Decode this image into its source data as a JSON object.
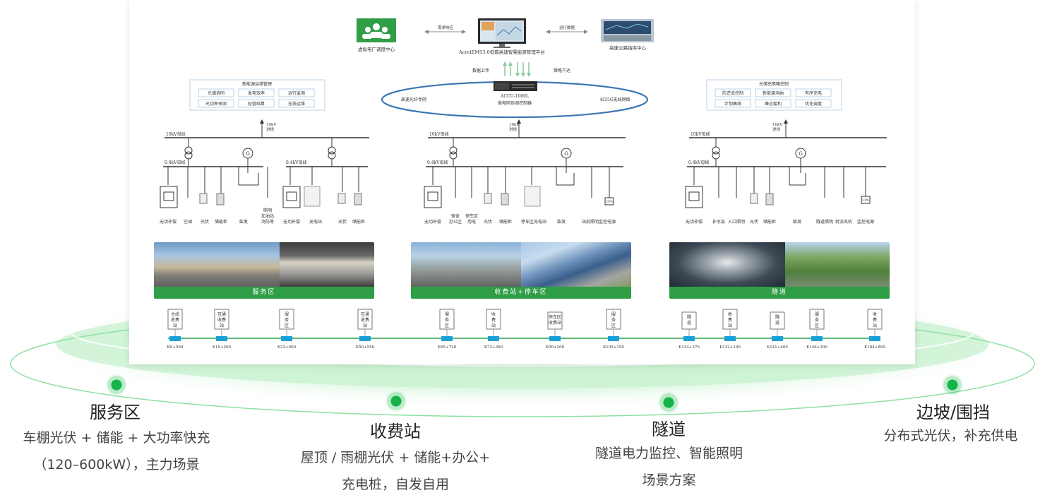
{
  "platform": {
    "vpp_label": "虚拟电厂调度中心",
    "ems_label": "AcrelEMS3.0低碳高速智慧能源管理平台",
    "command_label": "高速公路指挥中心",
    "link_left": "需求响应",
    "link_right": "运行数据",
    "data_up": "数据上传",
    "strategy_down": "策略下达",
    "controller_model": "ACCU-1000L",
    "controller_name": "微电网协调控制器",
    "net_left": "高速光纤专网",
    "net_right": "4G/5G无线网络"
  },
  "left_box": {
    "title": "新能源运维管理",
    "items": [
      "光储协同",
      "发电效率",
      "运行监测",
      "光功率预测",
      "经营结算",
      "在线运维"
    ]
  },
  "right_box": {
    "title": "光储充策略控制",
    "items": [
      "防逆流控制",
      "新能源消纳",
      "有序充电",
      "计划曲线",
      "峰谷套利",
      "优化调度"
    ]
  },
  "bus_labels": {
    "bus10": "10kV母线",
    "line10_a": "10kV",
    "line10_b": "进线",
    "bus04": "0.4kV母线",
    "gen": "G",
    "ups": "UPS"
  },
  "sections": [
    {
      "loads": [
        "无功补偿",
        "空调",
        "光伏",
        "储能柜",
        "柴发",
        "照明",
        "加油站",
        "消防等",
        "无功补偿",
        "充电站",
        "光伏",
        "储能柜"
      ]
    },
    {
      "loads": [
        "无功补偿",
        "宿舍",
        "办公区",
        "停车区",
        "用电",
        "光伏",
        "储能柜",
        "停车区充电站",
        "柴发",
        "站前照明监控电源"
      ]
    },
    {
      "loads": [
        "无功补偿",
        "补水泵",
        "入口照明",
        "光伏",
        "储能柜",
        "柴发",
        "隧道照明",
        "射流风机",
        "监控电源"
      ]
    }
  ],
  "scenes": [
    {
      "label": "服务区"
    },
    {
      "label": "收费站+停车区"
    },
    {
      "label": "隧道"
    }
  ],
  "stations": [
    {
      "name": "主线收费站",
      "km": "K0+500"
    },
    {
      "name": "互通收费站",
      "km": "K10+200"
    },
    {
      "name": "服务区",
      "km": "K23+600"
    },
    {
      "name": "互通收费站",
      "km": "K50+550"
    },
    {
      "name": "服务区",
      "km": "K65+720"
    },
    {
      "name": "收费站",
      "km": "K73+360"
    },
    {
      "name": "停车区收费站",
      "km": "K90+200"
    },
    {
      "name": "服务区",
      "km": "K105+150"
    },
    {
      "name": "隧道",
      "km": "K124+370"
    },
    {
      "name": "收费站",
      "km": "K132+100"
    },
    {
      "name": "隧道",
      "km": "K141+400"
    },
    {
      "name": "服务区",
      "km": "K146+390"
    },
    {
      "name": "收费站",
      "km": "K164+800"
    }
  ],
  "scenarios": [
    {
      "title": "服务区",
      "desc_lines": [
        "车棚光伏 + 储能 + 大功率快充",
        "（120–600kW），主力场景"
      ]
    },
    {
      "title": "收费站",
      "desc_lines": [
        "屋顶 / 雨棚光伏 + 储能+办公+",
        "充电桩，自发自用"
      ]
    },
    {
      "title": "隧道",
      "desc_lines": [
        "隧道电力监控、智能照明",
        "场景方案"
      ]
    },
    {
      "title": "边坡/围挡",
      "desc_lines": [
        "分布式光伏，补充供电"
      ]
    }
  ],
  "colors": {
    "green": "#2f9e47",
    "blue": "#1aa0d8",
    "ring": "#3a78b5"
  }
}
